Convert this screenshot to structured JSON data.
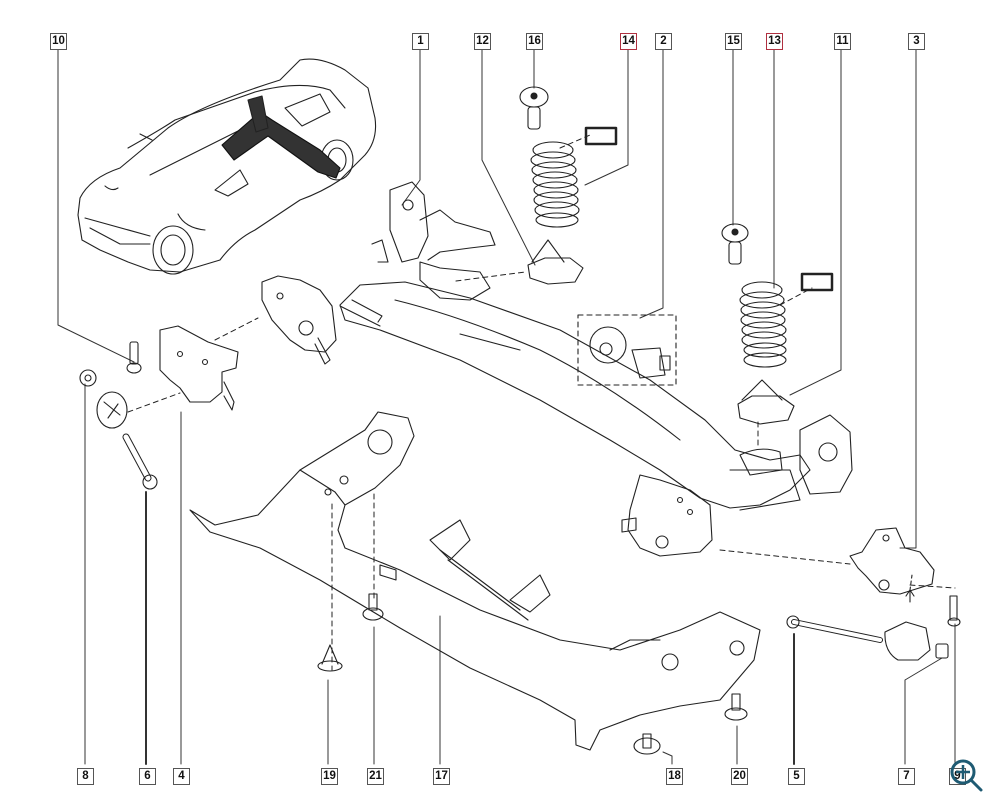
{
  "diagram": {
    "title": "Rear axle assembly exploded view",
    "callouts": [
      {
        "id": "callout-10",
        "label": "10",
        "highlight": false
      },
      {
        "id": "callout-1",
        "label": "1",
        "highlight": false
      },
      {
        "id": "callout-12",
        "label": "12",
        "highlight": false
      },
      {
        "id": "callout-16",
        "label": "16",
        "highlight": false
      },
      {
        "id": "callout-14",
        "label": "14",
        "highlight": true
      },
      {
        "id": "callout-2",
        "label": "2",
        "highlight": false
      },
      {
        "id": "callout-15",
        "label": "15",
        "highlight": false
      },
      {
        "id": "callout-13",
        "label": "13",
        "highlight": true
      },
      {
        "id": "callout-11",
        "label": "11",
        "highlight": false
      },
      {
        "id": "callout-3",
        "label": "3",
        "highlight": false
      },
      {
        "id": "callout-8",
        "label": "8",
        "highlight": false
      },
      {
        "id": "callout-6",
        "label": "6",
        "highlight": false
      },
      {
        "id": "callout-4",
        "label": "4",
        "highlight": false
      },
      {
        "id": "callout-19",
        "label": "19",
        "highlight": false
      },
      {
        "id": "callout-21",
        "label": "21",
        "highlight": false
      },
      {
        "id": "callout-17",
        "label": "17",
        "highlight": false
      },
      {
        "id": "callout-18",
        "label": "18",
        "highlight": false
      },
      {
        "id": "callout-20",
        "label": "20",
        "highlight": false
      },
      {
        "id": "callout-5",
        "label": "5",
        "highlight": false
      },
      {
        "id": "callout-7",
        "label": "7",
        "highlight": false
      },
      {
        "id": "callout-9",
        "label": "9",
        "highlight": false
      }
    ],
    "components": [
      {
        "name": "vehicle-locator",
        "desc": "hatchback car with axle highlighted"
      },
      {
        "name": "rear-axle-beam"
      },
      {
        "name": "coil-spring-left"
      },
      {
        "name": "coil-spring-right"
      },
      {
        "name": "bump-stop-left"
      },
      {
        "name": "bump-stop-right"
      },
      {
        "name": "spring-seat-left"
      },
      {
        "name": "spring-seat-right"
      },
      {
        "name": "bushing-kit"
      },
      {
        "name": "mounting-bracket-left"
      },
      {
        "name": "mounting-bracket-right"
      },
      {
        "name": "underbody-crossmember"
      },
      {
        "name": "bolt-long-left"
      },
      {
        "name": "bolt-long-right"
      }
    ]
  },
  "colors": {
    "line": "#222222",
    "callout_border": "#555555",
    "callout_highlight": "#b03040",
    "zoom_icon": "#1f5b73"
  },
  "controls": {
    "zoom_icon": "zoom-in-magnifier"
  }
}
